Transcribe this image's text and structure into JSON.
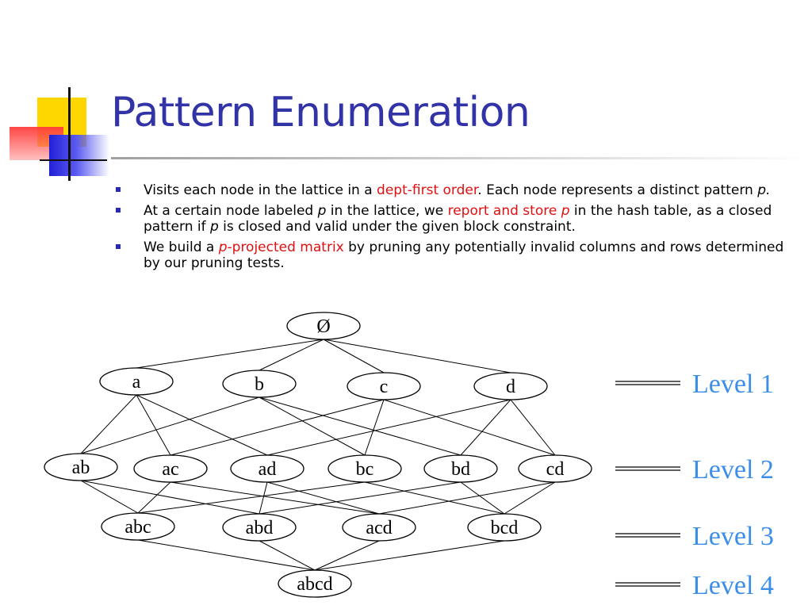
{
  "title": "Pattern Enumeration",
  "bullets": [
    {
      "t1": "Visits each node in the lattice in a ",
      "hl": "dept-first order",
      "t2": ". Each node represents a distinct pattern ",
      "it": "p."
    },
    {
      "t1": "At a certain node labeled ",
      "it1": "p",
      "t2": " in the lattice, we ",
      "hl": "report and store ",
      "hl_it": "p",
      "t3": " in the hash table, as a closed pattern if ",
      "it2": "p",
      "t4": " is closed and valid under the given block constraint."
    },
    {
      "t1": "We build a ",
      "hl_it": "p",
      "hl": "-projected matrix",
      "t2": " by pruning any potentially invalid columns and rows determined by our pruning tests."
    }
  ],
  "lattice": {
    "nodes": [
      {
        "label": "Ø"
      },
      {
        "label": "a"
      },
      {
        "label": "b"
      },
      {
        "label": "c"
      },
      {
        "label": "d"
      },
      {
        "label": "ab"
      },
      {
        "label": "ac"
      },
      {
        "label": "ad"
      },
      {
        "label": "bc"
      },
      {
        "label": "bd"
      },
      {
        "label": "cd"
      },
      {
        "label": "abc"
      },
      {
        "label": "abd"
      },
      {
        "label": "acd"
      },
      {
        "label": "bcd"
      },
      {
        "label": "abcd"
      }
    ],
    "edges": [
      [
        "Ø",
        "a"
      ],
      [
        "Ø",
        "b"
      ],
      [
        "Ø",
        "c"
      ],
      [
        "Ø",
        "d"
      ],
      [
        "a",
        "ab"
      ],
      [
        "a",
        "ac"
      ],
      [
        "a",
        "ad"
      ],
      [
        "b",
        "ab"
      ],
      [
        "b",
        "bc"
      ],
      [
        "b",
        "bd"
      ],
      [
        "c",
        "ac"
      ],
      [
        "c",
        "bc"
      ],
      [
        "c",
        "cd"
      ],
      [
        "d",
        "ad"
      ],
      [
        "d",
        "bd"
      ],
      [
        "d",
        "cd"
      ],
      [
        "ab",
        "abc"
      ],
      [
        "ab",
        "abd"
      ],
      [
        "ac",
        "abc"
      ],
      [
        "ac",
        "acd"
      ],
      [
        "ad",
        "abd"
      ],
      [
        "ad",
        "acd"
      ],
      [
        "bc",
        "abc"
      ],
      [
        "bc",
        "bcd"
      ],
      [
        "bd",
        "abd"
      ],
      [
        "bd",
        "bcd"
      ],
      [
        "cd",
        "acd"
      ],
      [
        "cd",
        "bcd"
      ],
      [
        "abc",
        "abcd"
      ],
      [
        "abd",
        "abcd"
      ],
      [
        "acd",
        "abcd"
      ],
      [
        "bcd",
        "abcd"
      ]
    ],
    "levels": [
      "Level 1",
      "Level 2",
      "Level 3",
      "Level 4"
    ],
    "level_color": "#3c8ee8"
  },
  "colors": {
    "title": "#3333a8",
    "highlight": "#e01010",
    "bullet": "#2a2ab0"
  }
}
